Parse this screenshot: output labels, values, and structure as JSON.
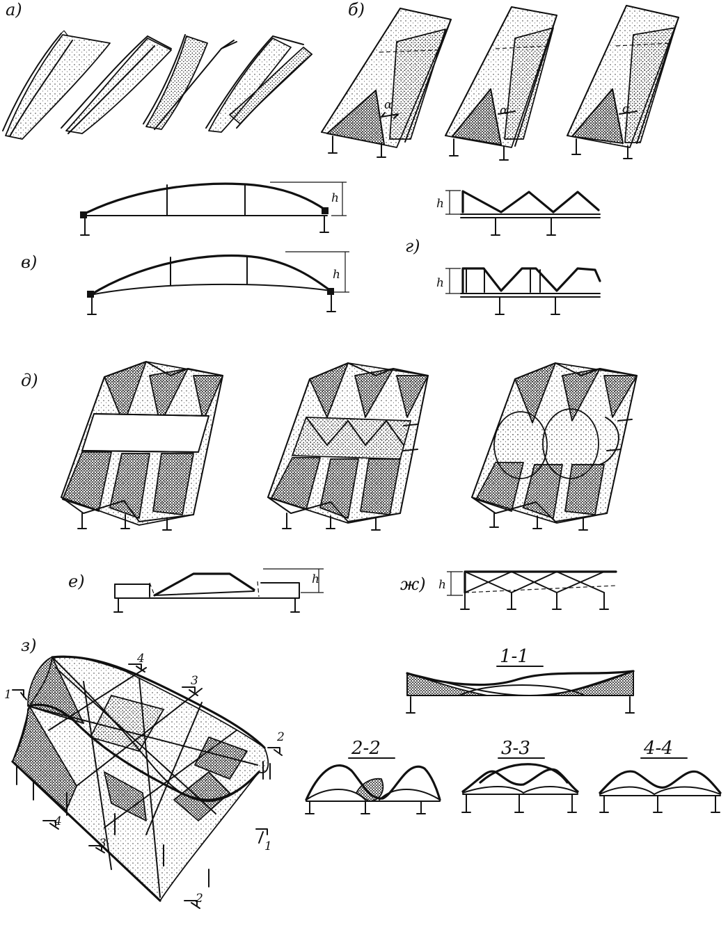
{
  "labels": {
    "a": "а)",
    "b": "б)",
    "v": "в)",
    "g": "г)",
    "d": "д)",
    "e": "е)",
    "zh": "ж)",
    "z": "з)"
  },
  "symbols": {
    "alpha": "α",
    "height": "h"
  },
  "sections": {
    "s1": "1-1",
    "s2": "2-2",
    "s3": "3-3",
    "s4": "4-4"
  },
  "section_marks": {
    "m1": "1",
    "m2": "2",
    "m3": "3",
    "m4": "4"
  },
  "colors": {
    "ink": "#111111",
    "paper": "#ffffff"
  }
}
